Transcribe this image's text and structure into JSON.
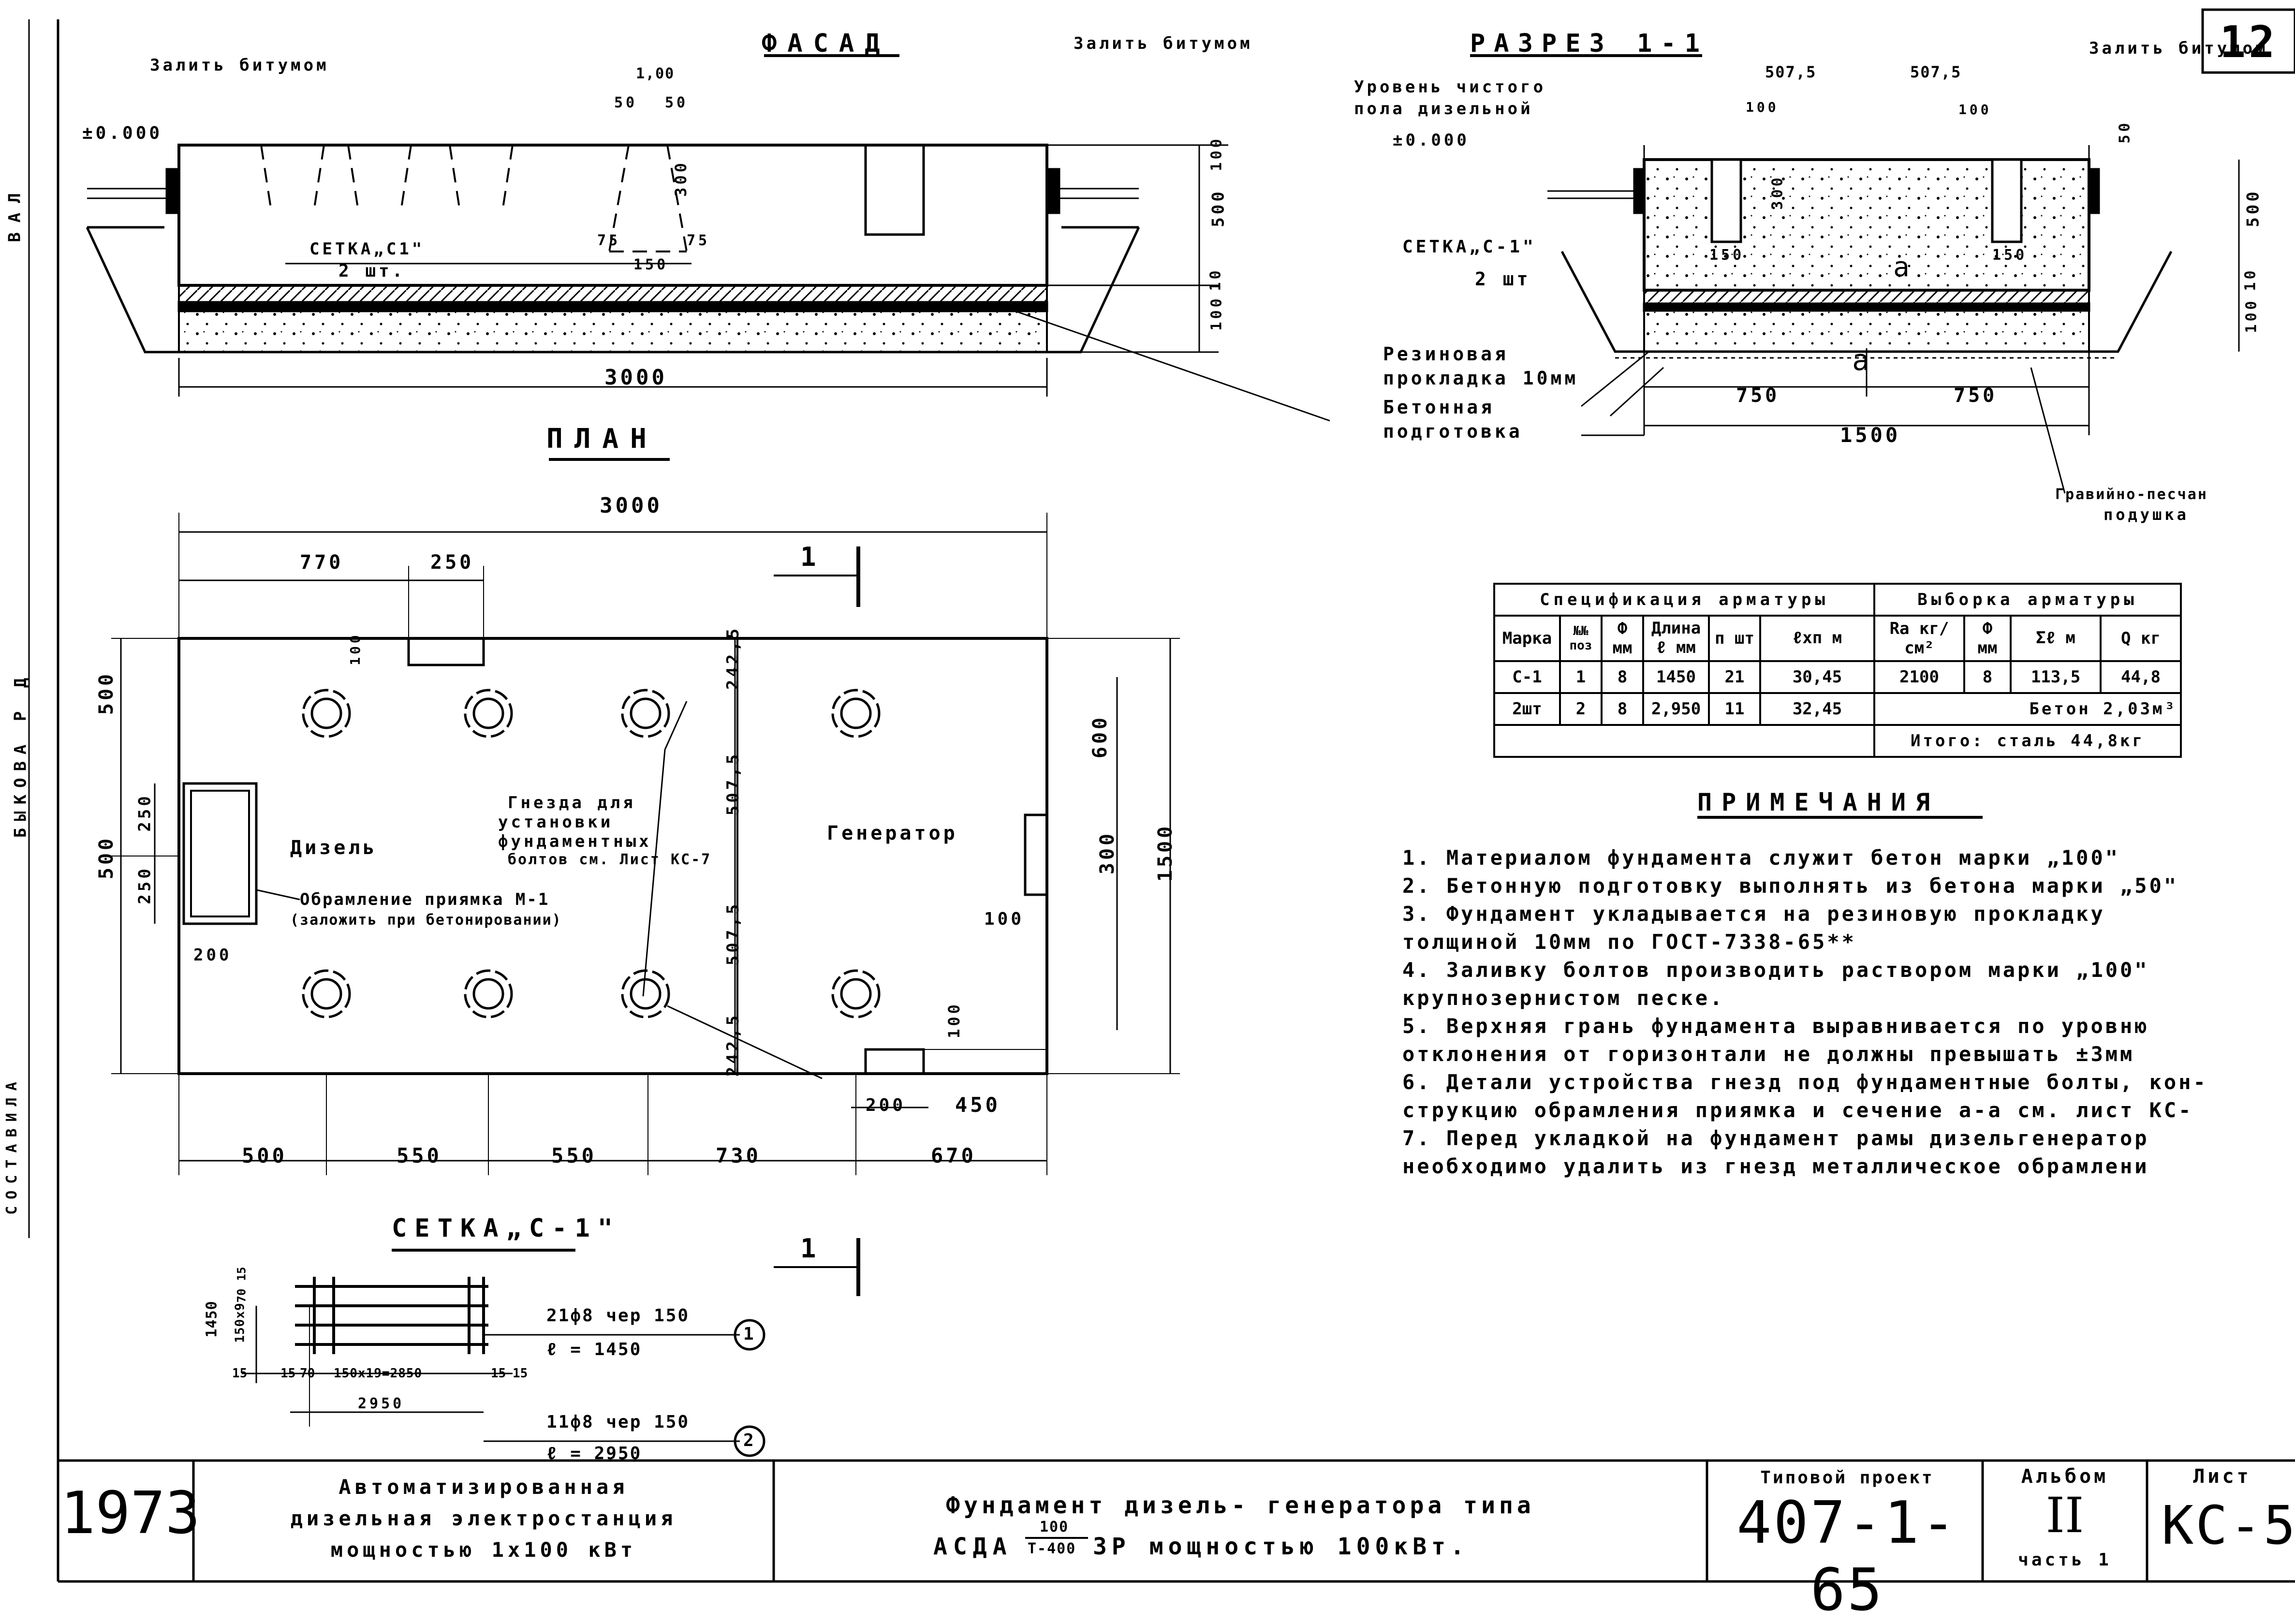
{
  "titles": {
    "facade": "ФАСАД",
    "section": "РАЗРЕЗ 1-1",
    "plan": "ПЛАН",
    "mesh": "СЕТКА„С-1\""
  },
  "sheet_corner": "12",
  "facade": {
    "bitumen_left": "Залить битумом",
    "bitumen_right": "Залить битумом",
    "level": "±0.000",
    "mesh_label": "СЕТКА„С1\"",
    "mesh_count": "2 шт.",
    "dims": {
      "d100": "1,00",
      "d50a": "50",
      "d50b": "50",
      "d300": "300",
      "d75a": "75",
      "d75b": "75",
      "d150": "150",
      "d500": "500",
      "d100r": "100",
      "d10": "10",
      "d100b": "100",
      "d3000": "3000"
    }
  },
  "section": {
    "bitumen": "Залить битумом",
    "floor_level_1": "Уровень чистого",
    "floor_level_2": "пола дизельной",
    "level": "±0.000",
    "mesh_label": "СЕТКА„С-1\"",
    "mesh_count": "2 шт",
    "rubber_1": "Резиновая",
    "rubber_2": "прокладка 10мм",
    "concrete_1": "Бетонная",
    "concrete_2": "подготовка",
    "gravel_1": "Гравийно-песчан",
    "gravel_2": "подушка",
    "marker_a1": "a",
    "marker_a2": "a",
    "dims": {
      "d5075a": "507,5",
      "d5075b": "507,5",
      "d100a": "100",
      "d100b": "100",
      "d300": "300",
      "d150a": "150",
      "d150b": "150",
      "d50": "50",
      "d500": "500",
      "d10": "10",
      "d100c": "100",
      "d750a": "750",
      "d750b": "750",
      "d1500": "1500"
    }
  },
  "plan": {
    "diesel": "Дизель",
    "generator": "Генератор",
    "nests_1": "Гнезда для",
    "nests_2": "установки",
    "nests_3": "фундаментных",
    "nests_4": "болтов см. Лист КС-7",
    "pit_1": "Обрамление приямка М-1",
    "pit_2": "(заложить при бетонировании)",
    "cut_mark": "1",
    "dims": {
      "top_total": "3000",
      "top_770": "770",
      "top_250": "250",
      "bottom": [
        "500",
        "550",
        "550",
        "730",
        "670"
      ],
      "left_500a": "500",
      "left_500b": "500",
      "left_250a": "250",
      "left_250b": "250",
      "left_100": "100",
      "left_200": "200",
      "mid_2425a": "242,5",
      "mid_5075a": "507,5",
      "mid_5075b": "507,5",
      "mid_2425b": "242,5",
      "right_600": "600",
      "right_300": "300",
      "right_1500": "1500",
      "right_100": "100",
      "bot_100": "100",
      "bot_200": "200",
      "bot_450": "450"
    }
  },
  "mesh": {
    "pos1_a": "21ф8 чер 150",
    "pos1_b": "ℓ = 1450",
    "pos2_a": "11ф8 чер 150",
    "pos2_b": "ℓ = 2950",
    "pos1_no": "1",
    "pos2_no": "2",
    "dims": {
      "d1450": "1450",
      "d150x9": "150x9",
      "d15a": "15",
      "d70": "70",
      "d15b": "15",
      "d15c": "15",
      "d70b": "70",
      "d15d": "15",
      "d150x19": "150x19=2850",
      "d15e": "15",
      "d2950": "2950"
    }
  },
  "spec_table": {
    "head_left": "Спецификация арматуры",
    "head_right": "Выборка арматуры",
    "cols": [
      "Марка",
      "№№ поз",
      "Ф мм",
      "Длина ℓ мм",
      "п шт",
      "ℓхп м",
      "Ra кг/см²",
      "Ф мм",
      "Σℓ м",
      "Q кг"
    ],
    "rows": [
      [
        "С-1",
        "1",
        "8",
        "1450",
        "21",
        "30,45",
        "2100",
        "8",
        "113,5",
        "44,8"
      ],
      [
        "2шт",
        "2",
        "8",
        "2,950",
        "11",
        "32,45"
      ]
    ],
    "concrete": "Бетон 2,03м³",
    "total": "Итого: сталь 44,8кг"
  },
  "notes_title": "ПРИМЕЧАНИЯ",
  "notes": [
    "1. Материалом фундамента служит бетон марки „100\"",
    "2. Бетонную подготовку выполнять из бетона марки „50\"",
    "3. Фундамент укладывается на резиновую прокладку",
    "   толщиной 10мм по ГОСТ-7338-65**",
    "4. Заливку болтов производить раствором марки „100\"",
    "   крупнозернистом песке.",
    "5. Верхняя грань фундамента выравнивается по уровню",
    "   отклонения от горизонтали не должны превышать ±3мм",
    "6. Детали устройства гнезд под фундаментные болты, кон-",
    "   струкцию обрамления приямка и сечение a-a см. лист КС-",
    "7. Перед укладкой на фундамент рамы дизельгенератор",
    "   необходимо удалить из гнезд металлическое обрамлени"
  ],
  "margin_labels": {
    "top": "ВАЛ",
    "mid": "БЫКОВА Р Д",
    "bottom": "СОСТАВИЛА"
  },
  "title_block": {
    "year": "1973",
    "org_1": "Автоматизированная",
    "org_2": "дизельная электростанция",
    "org_3": "мощностью 1х100 кВт",
    "name_1": "Фундамент дизель- генератора типа",
    "name_2a": "АСДА",
    "name_num": "100",
    "name_den": "Т-400",
    "name_2b": "3Р мощностью 100кВт.",
    "project_label": "Типовой проект",
    "project_no": "407-1-65",
    "album_label": "Альбом",
    "album_no": "II",
    "part": "часть 1",
    "sheet_label": "Лист",
    "sheet_no": "КС-5"
  }
}
